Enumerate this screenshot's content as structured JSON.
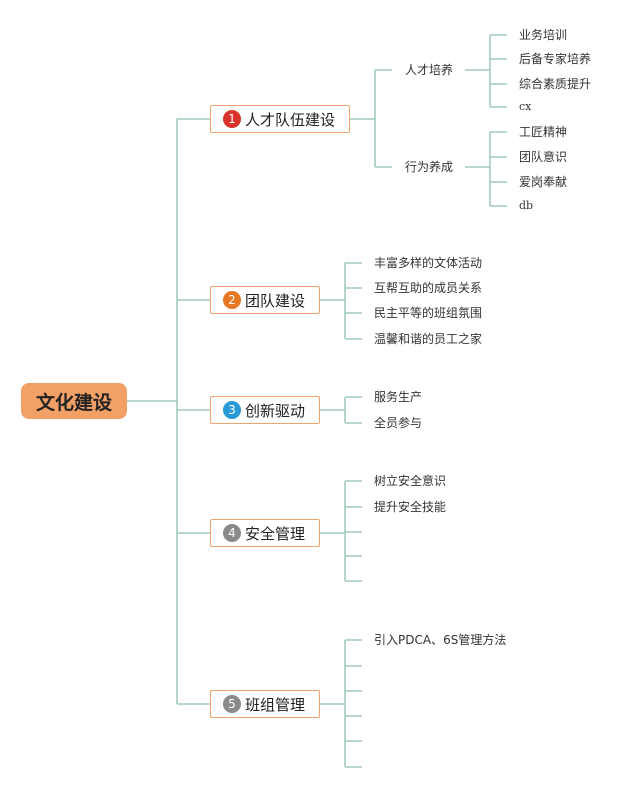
{
  "colors": {
    "root_fill": "#f3a066",
    "branch_border": "#f0a470",
    "line": "#8fbfae",
    "badge_1": "#d9342b",
    "badge_2": "#e87722",
    "badge_3": "#2a9ad6",
    "badge_4": "#8a8a8a",
    "badge_5": "#8a8a8a"
  },
  "root": {
    "label": "文化建设"
  },
  "branches": [
    {
      "number": "1",
      "label": "人才队伍建设",
      "subtopics": [
        {
          "label": "人才培养",
          "items": [
            "业务培训",
            "后备专家培养",
            "综合素质提升",
            "cx"
          ]
        },
        {
          "label": "行为养成",
          "items": [
            "工匠精神",
            "团队意识",
            "爱岗奉献",
            "db"
          ]
        }
      ]
    },
    {
      "number": "2",
      "label": "团队建设",
      "items": [
        "丰富多样的文体活动",
        "互帮互助的成员关系",
        "民主平等的班组氛围",
        "温馨和谐的员工之家"
      ]
    },
    {
      "number": "3",
      "label": "创新驱动",
      "items": [
        "服务生产",
        "全员参与"
      ]
    },
    {
      "number": "4",
      "label": "安全管理",
      "items": [
        "树立安全意识",
        "提升安全技能",
        "",
        "",
        ""
      ]
    },
    {
      "number": "5",
      "label": "班组管理",
      "items": [
        "引入PDCA、6S管理方法",
        "",
        "",
        "",
        "",
        ""
      ]
    }
  ]
}
